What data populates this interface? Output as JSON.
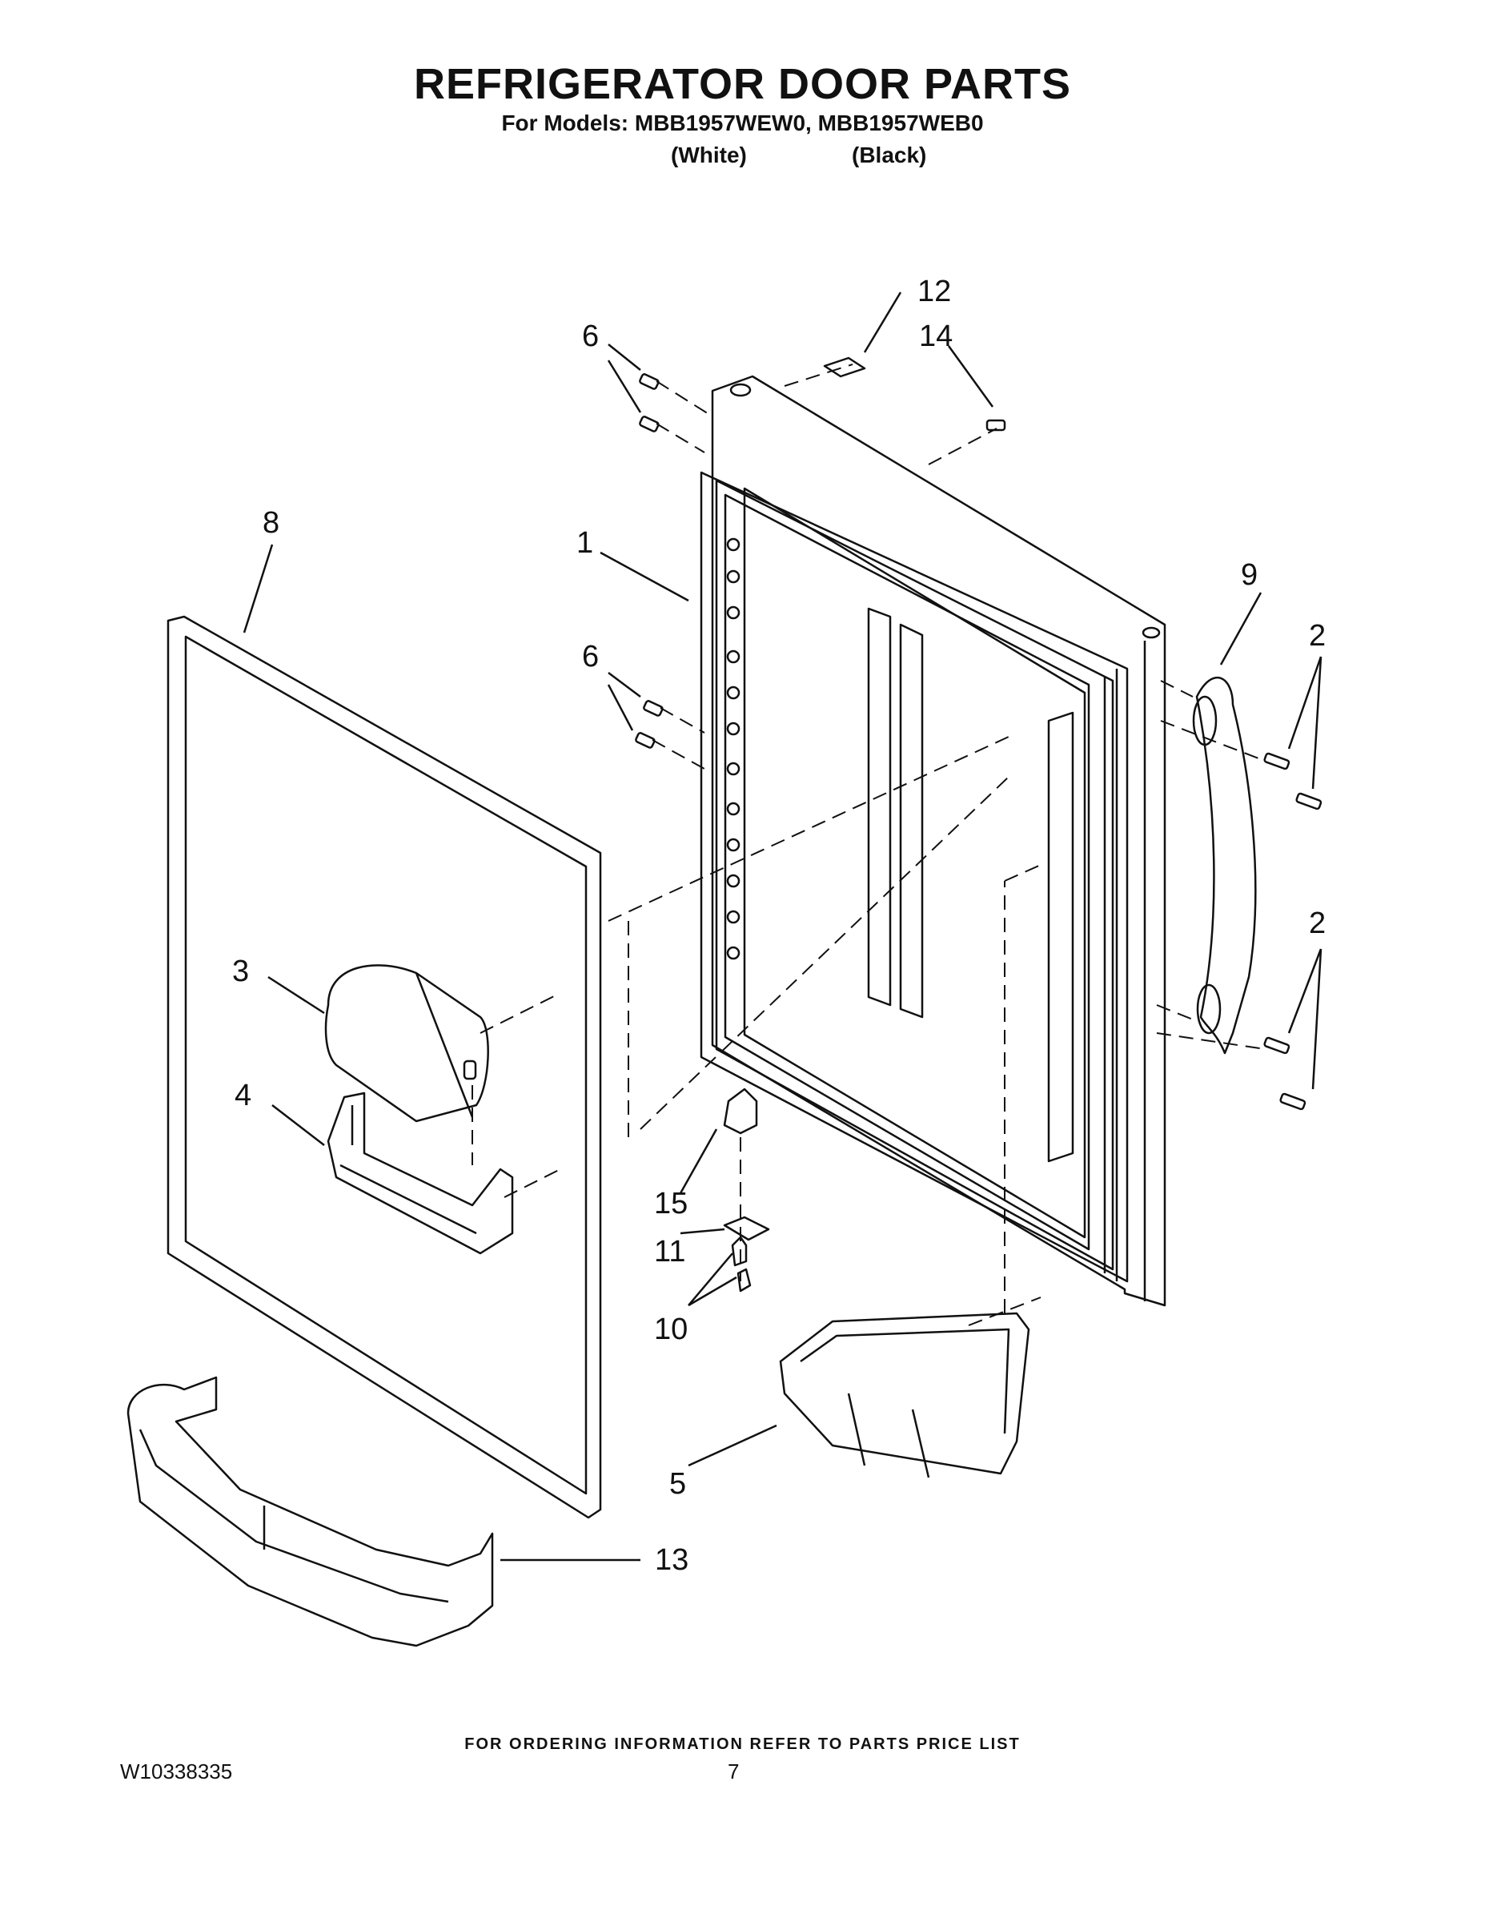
{
  "header": {
    "title": "REFRIGERATOR DOOR PARTS",
    "subtitle": "For Models: MBB1957WEW0, MBB1957WEB0",
    "variant_white": "(White)",
    "variant_black": "(Black)"
  },
  "callouts": [
    "1",
    "2",
    "2",
    "3",
    "4",
    "5",
    "6",
    "6",
    "8",
    "9",
    "10",
    "11",
    "12",
    "13",
    "14",
    "15"
  ],
  "footer": {
    "note": "FOR ORDERING INFORMATION REFER TO PARTS PRICE LIST",
    "doc_number": "W10338335",
    "page_number": "7"
  }
}
